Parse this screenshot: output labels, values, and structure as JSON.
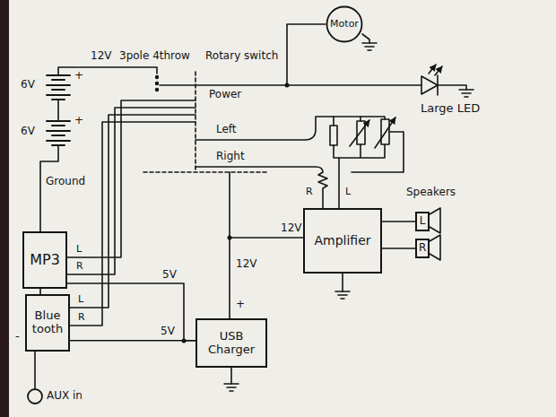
{
  "diagram": {
    "nodes": [
      {
        "text": [
          "Motor"
        ]
      },
      {
        "text": [
          "MP3"
        ]
      },
      {
        "text": [
          "Blue tooth"
        ]
      },
      {
        "text": [
          "AUX in"
        ]
      },
      {
        "text": [
          "USB Charger"
        ]
      },
      {
        "text": [
          "Amplifier"
        ]
      },
      {
        "text": [
          "L"
        ]
      },
      {
        "text": [
          "R"
        ]
      }
    ],
    "edges": [
      {
        "from": 4,
        "to": 1,
        "arrow": "none",
        "label": "5V"
      },
      {
        "from": 4,
        "to": 2,
        "arrow": "none",
        "label": "5V"
      },
      {
        "from": 4,
        "to": 5,
        "arrow": "none",
        "label": "12V"
      },
      {
        "from": 3,
        "to": 2,
        "arrow": "none"
      },
      {
        "from": 5,
        "to": 6,
        "arrow": "none"
      },
      {
        "from": 5,
        "to": 7,
        "arrow": "none"
      }
    ],
    "labels": [
      "12V",
      "3pole 4throw",
      "Rotary switch",
      "Power",
      "Left",
      "Right",
      "6V",
      "6V",
      "+",
      "+",
      "Ground",
      "L",
      "R",
      "L",
      "R",
      "-",
      "+",
      "12V",
      "R",
      "L",
      "Speakers",
      "Large LED"
    ]
  }
}
